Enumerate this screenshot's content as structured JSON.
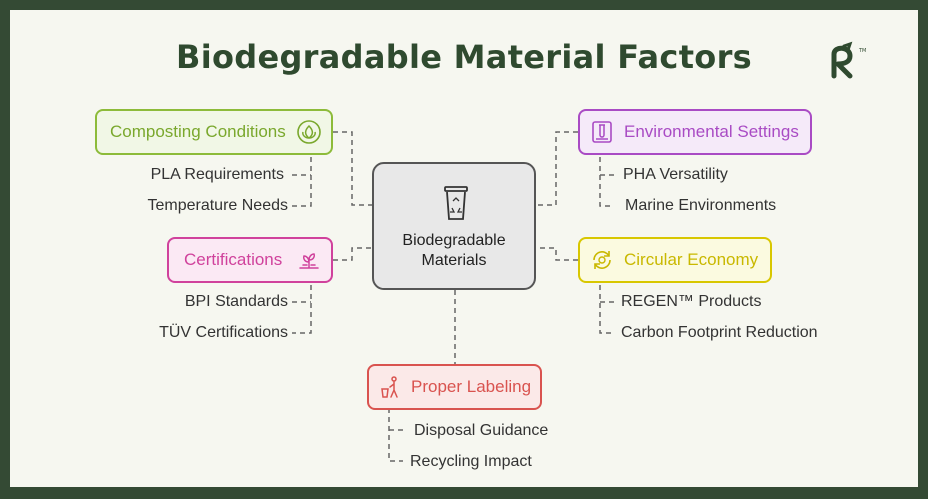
{
  "title": "Biodegradable Material Factors",
  "center": {
    "line1": "Biodegradable",
    "line2": "Materials",
    "icon": "recycle-bin-icon"
  },
  "branches": {
    "composting": {
      "label": "Composting Conditions",
      "icon": "leaf-icon",
      "color": "#8dbb3a",
      "items": [
        "PLA Requirements",
        "Temperature Needs"
      ]
    },
    "environmental": {
      "label": "Environmental Settings",
      "icon": "test-tube-icon",
      "color": "#a94bc4",
      "items": [
        "PHA Versatility",
        "Marine Environments"
      ]
    },
    "certifications": {
      "label": "Certifications",
      "icon": "plant-sprout-icon",
      "color": "#d0429c",
      "items": [
        "BPI Standards",
        "TÜV Certifications"
      ]
    },
    "circular": {
      "label": "Circular Economy",
      "icon": "cycle-arrows-icon",
      "color": "#c9b800",
      "items": [
        "REGEN™ Products",
        "Carbon Footprint Reduction"
      ]
    },
    "labeling": {
      "label": "Proper Labeling",
      "icon": "person-disposal-icon",
      "color": "#d9534f",
      "items": [
        "Disposal Guidance",
        "Recycling Impact"
      ]
    }
  }
}
